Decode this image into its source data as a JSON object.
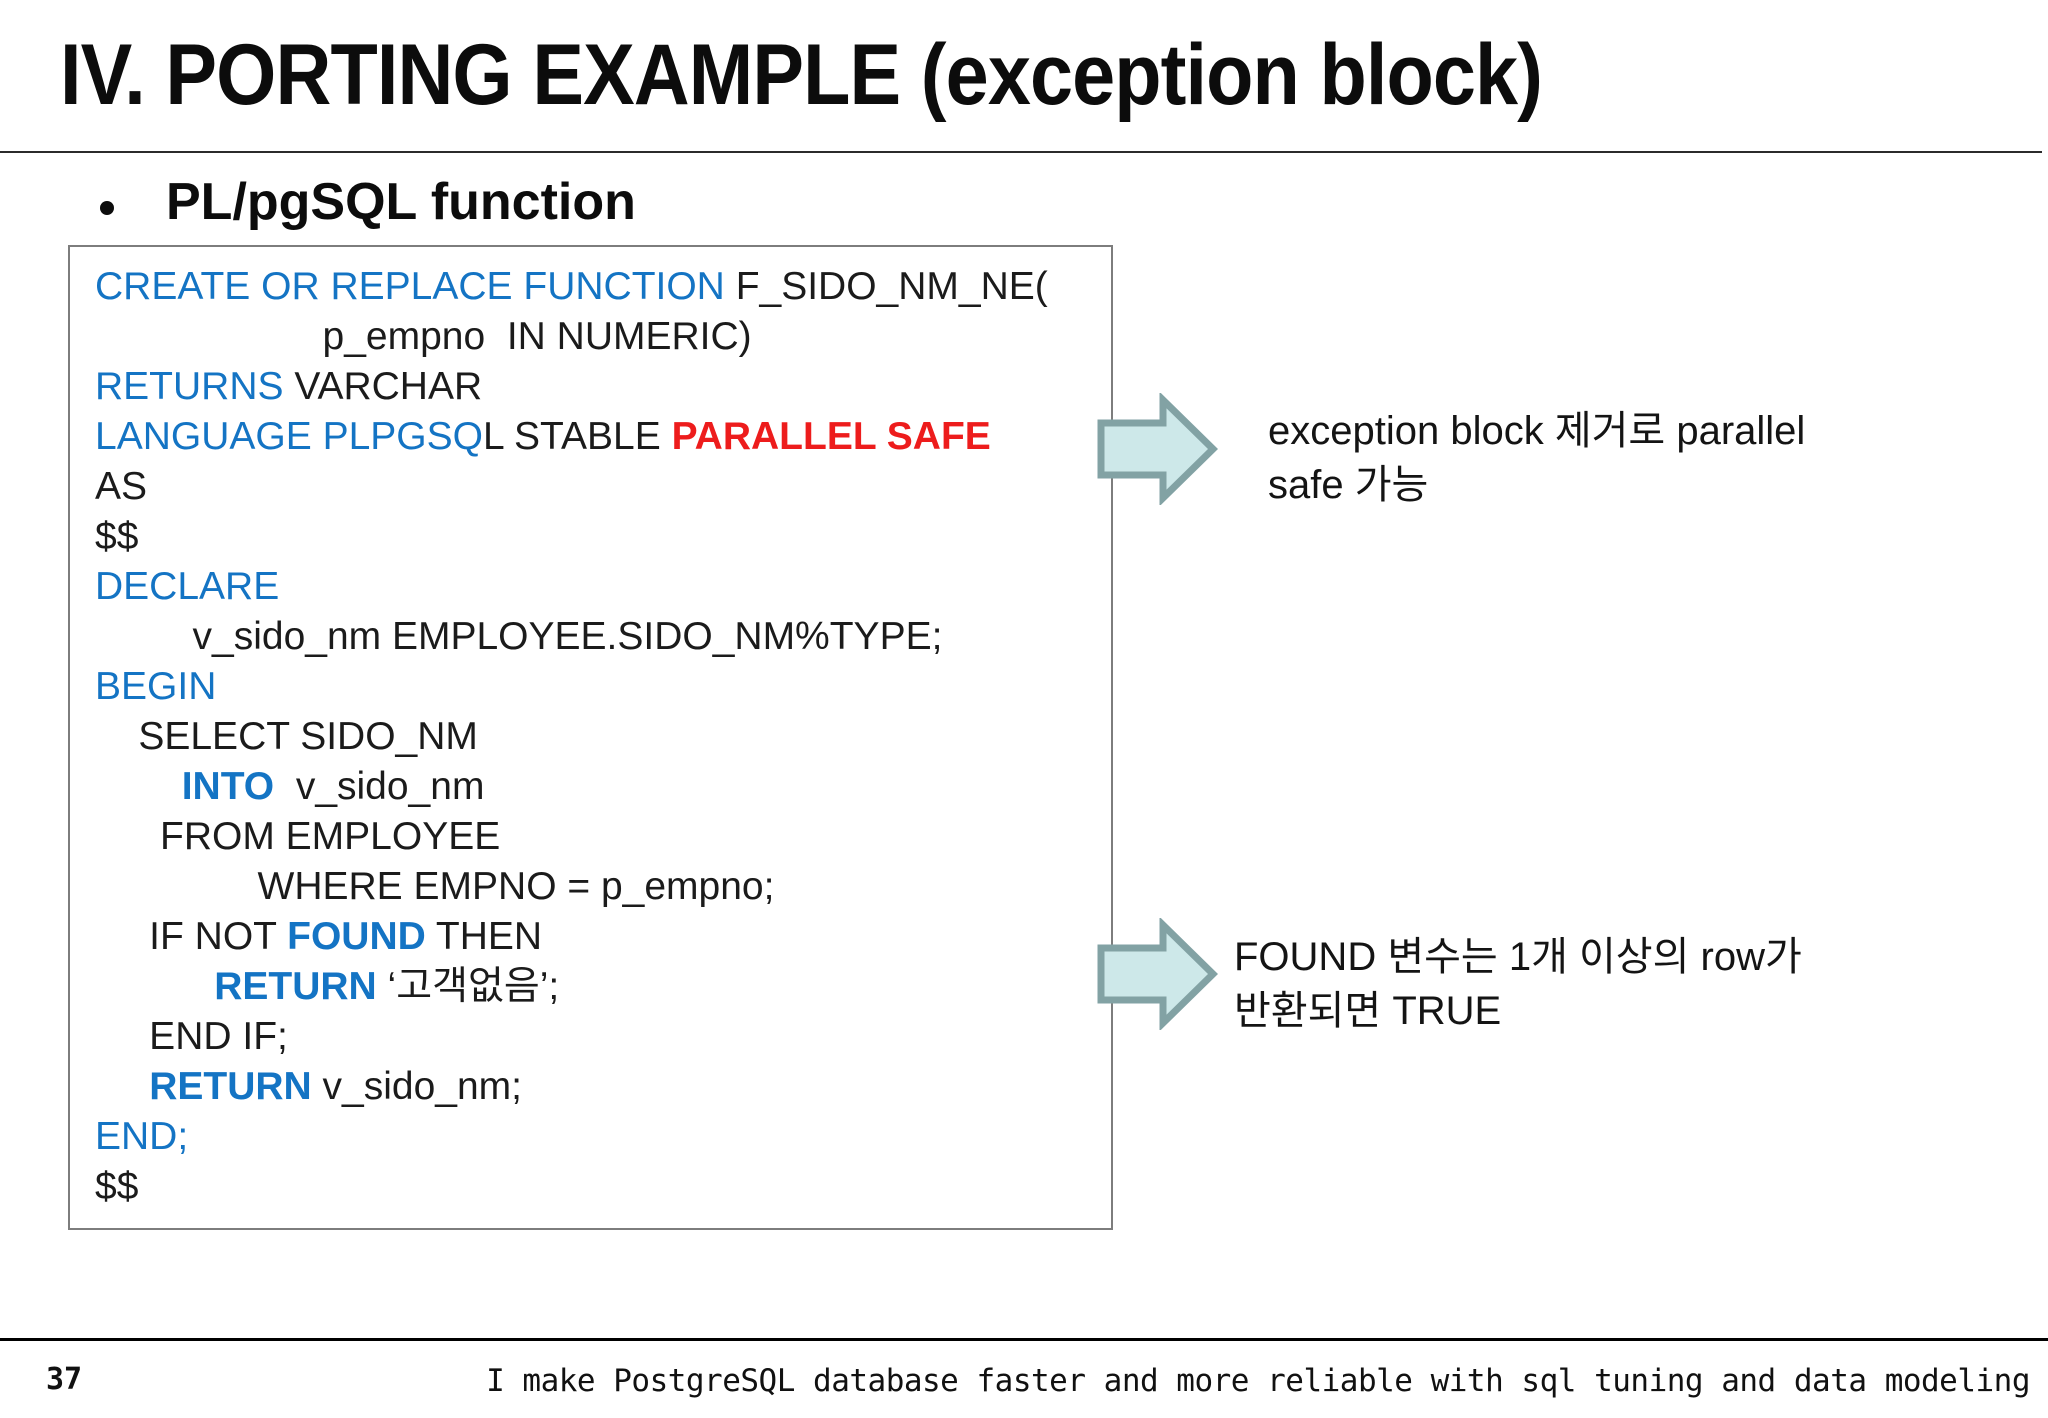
{
  "slide": {
    "title": "IV. PORTING EXAMPLE (exception block)",
    "bullet": "PL/pgSQL function"
  },
  "colors": {
    "keyword_blue": "#1474c4",
    "alert_red": "#ed1c1c",
    "code_black": "#1b1b1b",
    "arrow_fill": "#cde8e9",
    "arrow_border": "#82a2a4"
  },
  "icons": {
    "annotation_arrow": "right-block-arrow"
  },
  "code": {
    "lines": [
      {
        "s": [
          "CREATE OR REPLACE FUNCTION",
          " F_SIDO_NM_NE("
        ]
      },
      {
        "s": [
          "                     p_empno  IN NUMERIC)"
        ]
      },
      {
        "s": [
          "RETURNS",
          " VARCHAR"
        ]
      },
      {
        "s": [
          "LANGUAGE PLPGSQ",
          "L STABLE ",
          "PARALLEL SAFE"
        ]
      },
      {
        "s": [
          "AS"
        ]
      },
      {
        "s": [
          "$$"
        ]
      },
      {
        "s": [
          "DECLARE"
        ]
      },
      {
        "s": [
          "         v_sido_nm EMPLOYEE.SIDO_NM%TYPE;"
        ]
      },
      {
        "s": [
          "BEGIN"
        ]
      },
      {
        "s": [
          "    SELECT SIDO_NM"
        ]
      },
      {
        "s": [
          "        ",
          "INTO",
          "  v_sido_nm"
        ]
      },
      {
        "s": [
          "      FROM EMPLOYEE"
        ]
      },
      {
        "s": [
          "               WHERE EMPNO = p_empno;"
        ]
      },
      {
        "s": [
          "     IF NOT ",
          "FOUND",
          " THEN"
        ]
      },
      {
        "s": [
          "           ",
          "RETURN",
          " ‘고객없음’;"
        ]
      },
      {
        "s": [
          "     END IF;"
        ]
      },
      {
        "s": [
          "     ",
          "RETURN",
          " v_sido_nm;"
        ]
      },
      {
        "s": [
          "END;"
        ]
      },
      {
        "s": [
          "$$"
        ]
      }
    ]
  },
  "annotations": {
    "note1": {
      "lines": [
        "exception block 제거로 parallel",
        "safe 가능"
      ]
    },
    "note2": {
      "lines": [
        "FOUND 변수는 1개 이상의 row가",
        "반환되면 TRUE"
      ]
    }
  },
  "footer": {
    "page_number": "37",
    "tagline": "I make PostgreSQL database faster and more reliable with sql tuning and data modeling"
  }
}
